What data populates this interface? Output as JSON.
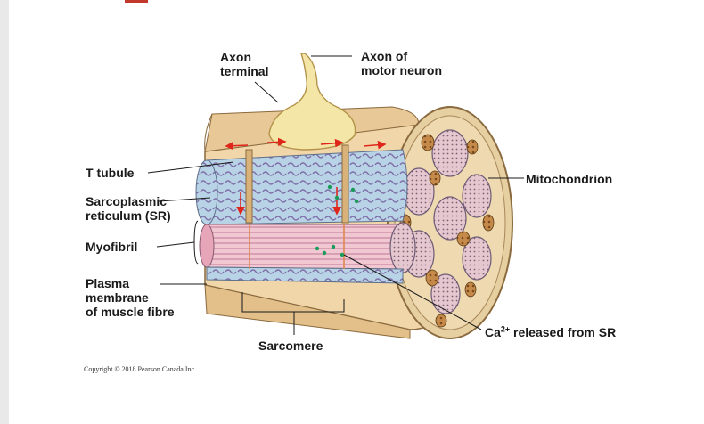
{
  "labels": {
    "axon_terminal": [
      "Axon",
      "terminal"
    ],
    "axon_motor": [
      "Axon of",
      "motor neuron"
    ],
    "t_tubule": "T tubule",
    "sr": [
      "Sarcoplasmic",
      "reticulum (SR)"
    ],
    "myofibril": "Myofibril",
    "plasma": [
      "Plasma",
      "membrane",
      "of muscle fibre"
    ],
    "mitochondrion": "Mitochondrion",
    "ca_base": "Ca",
    "ca_sup": "2+",
    "ca_rest": " released from SR",
    "sarcomere": "Sarcomere"
  },
  "copyright": "Copyright © 2018 Pearson Canada Inc.",
  "colors": {
    "membrane": "#f0d6a8",
    "membrane_dark": "#d9b27a",
    "axon": "#f4e6a6",
    "sr": "#a8c7dd",
    "myofibril": "#e9b7c6",
    "arrow": "#e0261b",
    "calcium": "#1a9b5a"
  }
}
